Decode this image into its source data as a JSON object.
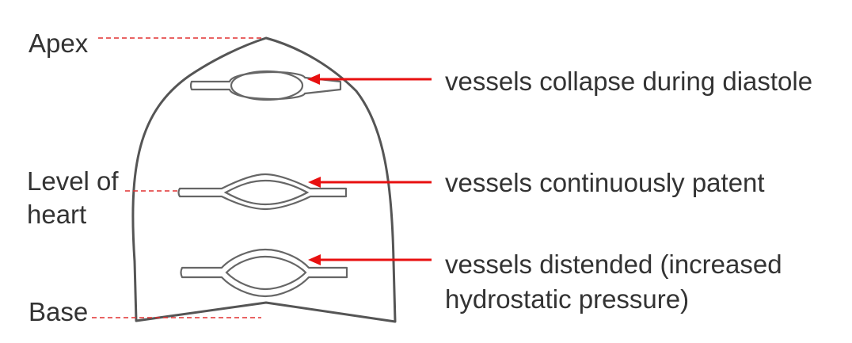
{
  "levels": {
    "apex": "Apex",
    "heart_line1": "Level of",
    "heart_line2": "heart",
    "base": "Base"
  },
  "annotations": {
    "top": "vessels collapse during diastole",
    "middle": "vessels continuously patent",
    "bottom_line1": "vessels distended (increased",
    "bottom_line2": "hydrostatic pressure)"
  },
  "colors": {
    "outline": "#555555",
    "arrow": "#e81010",
    "guide": "#e03030",
    "text": "#333333"
  }
}
